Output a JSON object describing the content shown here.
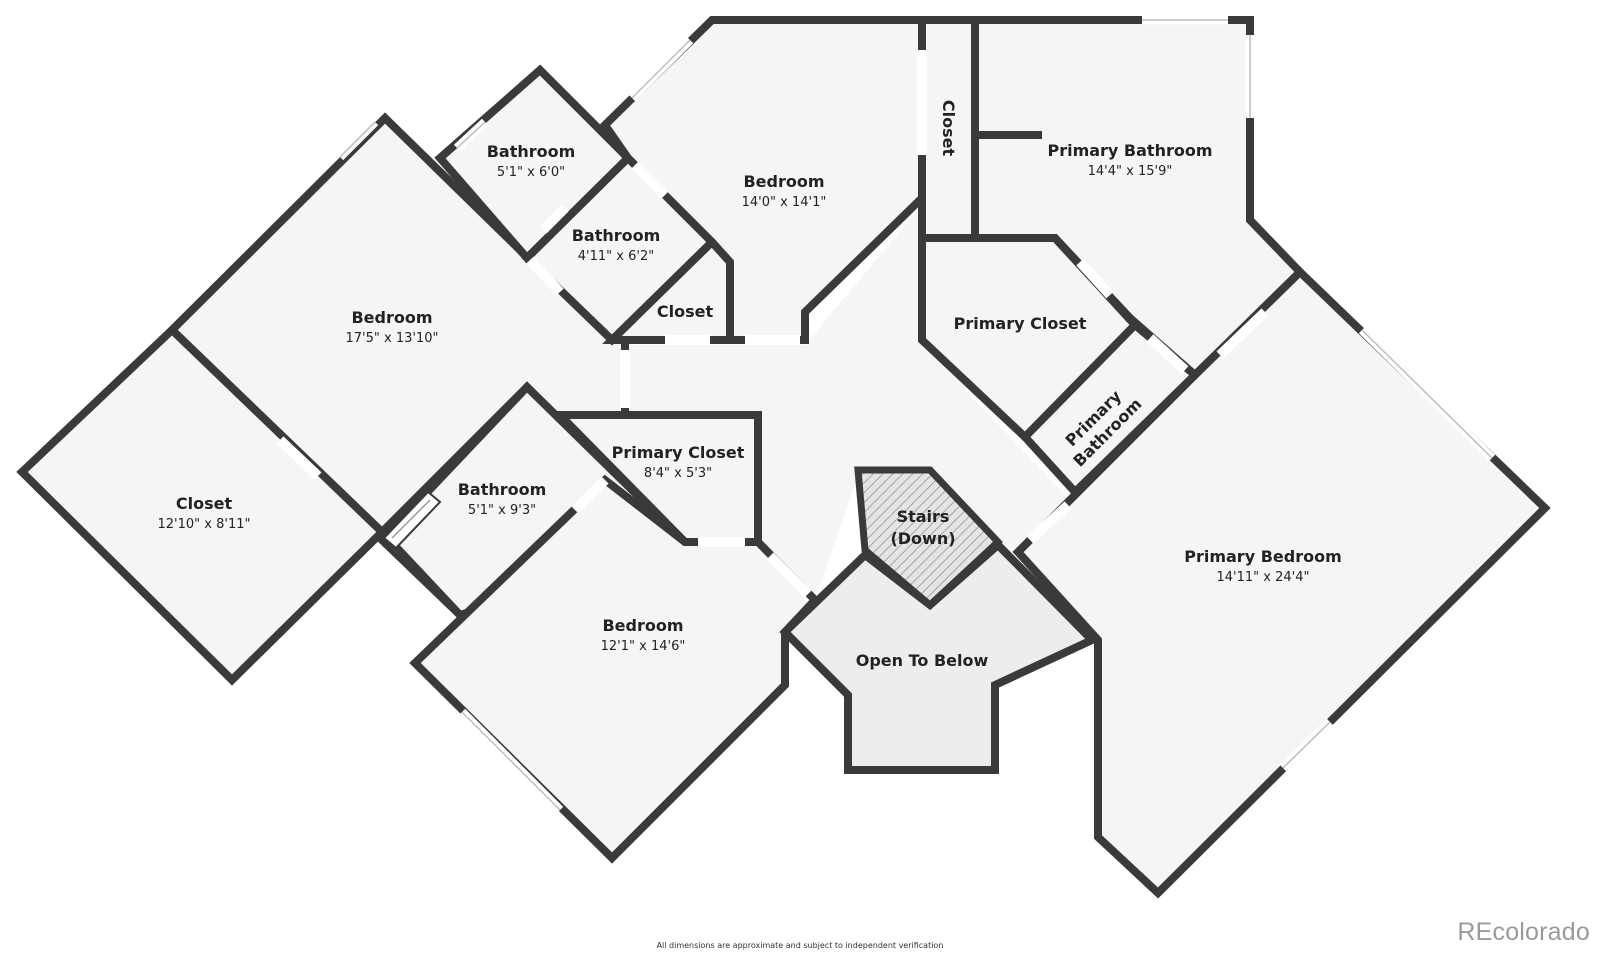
{
  "rooms": {
    "bedroom_west": {
      "name": "Bedroom",
      "dims": "17'5\" x 13'10\""
    },
    "closet_west": {
      "name": "Closet",
      "dims": "12'10\" x 8'11\""
    },
    "bathroom_top": {
      "name": "Bathroom",
      "dims": "5'1\" x 6'0\""
    },
    "bathroom_mid": {
      "name": "Bathroom",
      "dims": "4'11\" x 6'2\""
    },
    "closet_small": {
      "name": "Closet"
    },
    "bedroom_north": {
      "name": "Bedroom",
      "dims": "14'0\" x 14'1\""
    },
    "closet_vertical": {
      "name": "Closet"
    },
    "primary_bathroom": {
      "name": "Primary Bathroom",
      "dims": "14'4\" x 15'9\""
    },
    "primary_closet_ne": {
      "name": "Primary Closet"
    },
    "primary_bathroom_small": {
      "name_line1": "Primary",
      "name_line2": "Bathroom"
    },
    "primary_bedroom": {
      "name": "Primary Bedroom",
      "dims": "14'11\" x 24'4\""
    },
    "primary_closet_center": {
      "name": "Primary Closet",
      "dims": "8'4\" x 5'3\""
    },
    "bathroom_south": {
      "name": "Bathroom",
      "dims": "5'1\" x 9'3\""
    },
    "bedroom_south": {
      "name": "Bedroom",
      "dims": "12'1\" x 14'6\""
    },
    "stairs": {
      "name_line1": "Stairs",
      "name_line2": "(Down)"
    },
    "open_to_below": {
      "name": "Open To Below"
    }
  },
  "footer": {
    "disclaimer": "All dimensions are approximate and subject to independent verification",
    "logo": "REcolorado"
  },
  "colors": {
    "wall": "#3a3a3a",
    "floor": "#f5f5f5",
    "logo": "#9a9a9a"
  }
}
